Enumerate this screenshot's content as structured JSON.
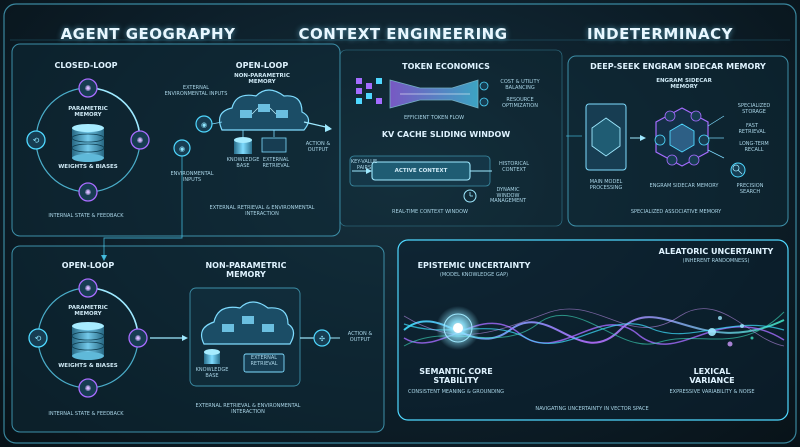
{
  "headings": {
    "agent_geography": "AGENT GEOGRAPHY",
    "context_engineering": "CONTEXT ENGINEERING",
    "indeterminacy": "INDETERMINACY"
  },
  "closed_loop": {
    "title": "CLOSED-LOOP",
    "parametric": "PARAMETRIC MEMORY",
    "weights": "WEIGHTS & BIASES",
    "feedback": "INTERNAL STATE & FEEDBACK"
  },
  "open_loop_top": {
    "title": "OPEN-LOOP",
    "nonparametric": "NON-PARAMETRIC MEMORY",
    "external_inputs": "EXTERNAL ENVIRONMENTAL INPUTS",
    "env_inputs": "ENVIRONMENTAL INPUTS",
    "knowledge_base": "KNOWLEDGE BASE",
    "external_retrieval": "EXTERNAL RETRIEVAL",
    "action_output": "ACTION & OUTPUT",
    "footer": "EXTERNAL RETRIEVAL & ENVIRONMENTAL INTERACTION"
  },
  "token_economics": {
    "title": "TOKEN ECONOMICS",
    "cost": "COST & UTILITY BALANCING",
    "resource": "RESOURCE OPTIMIZATION",
    "flow": "EFFICIENT TOKEN FLOW"
  },
  "kv_cache": {
    "title": "KV CACHE SLIDING WINDOW",
    "key_value": "KEY-VALUE PAIRS",
    "historical": "HISTORICAL CONTEXT",
    "active": "ACTIVE CONTEXT",
    "dynamic": "DYNAMIC WINDOW MANAGEMENT",
    "footer": "REAL-TIME CONTEXT WINDOW"
  },
  "engram": {
    "title": "DEEP-SEEK ENGRAM SIDECAR MEMORY",
    "sidecar_top": "ENGRAM SIDECAR MEMORY",
    "specialized": "SPECIALIZED STORAGE",
    "fast": "FAST RETRIEVAL",
    "long_term": "LONG-TERM RECALL",
    "main_model": "MAIN MODEL PROCESSING",
    "sidecar_bottom": "ENGRAM SIDECAR MEMORY",
    "precision": "PRECISION SEARCH",
    "footer": "SPECIALIZED ASSOCIATIVE MEMORY"
  },
  "open_loop_bottom": {
    "title": "OPEN-LOOP",
    "parametric": "PARAMETRIC MEMORY",
    "weights": "WEIGHTS & BIASES",
    "feedback": "INTERNAL STATE & FEEDBACK",
    "nonparametric": "NON-PARAMETRIC MEMORY",
    "knowledge_base": "KNOWLEDGE BASE",
    "external_retrieval": "EXTERNAL RETRIEVAL",
    "action_output": "ACTION & OUTPUT",
    "footer": "EXTERNAL RETRIEVAL & ENVIRONMENTAL INTERACTION"
  },
  "uncertainty": {
    "epistemic": "EPISTEMIC UNCERTAINTY",
    "epistemic_sub": "(MODEL KNOWLEDGE GAP)",
    "aleatoric": "ALEATORIC UNCERTAINTY",
    "aleatoric_sub": "(INHERENT RANDOMNESS)",
    "semantic": "SEMANTIC CORE STABILITY",
    "semantic_sub": "CONSISTENT MEANING & GROUNDING",
    "lexical": "LEXICAL VARIANCE",
    "lexical_sub": "EXPRESSIVE VARIABILITY & NOISE",
    "footer": "NAVIGATING UNCERTAINTY IN VECTOR SPACE"
  },
  "colors": {
    "accent_cyan": "#4fd8ff",
    "accent_purple": "#a46cff",
    "accent_teal": "#3fe0c0",
    "panel_border": "#3d8fa8"
  }
}
